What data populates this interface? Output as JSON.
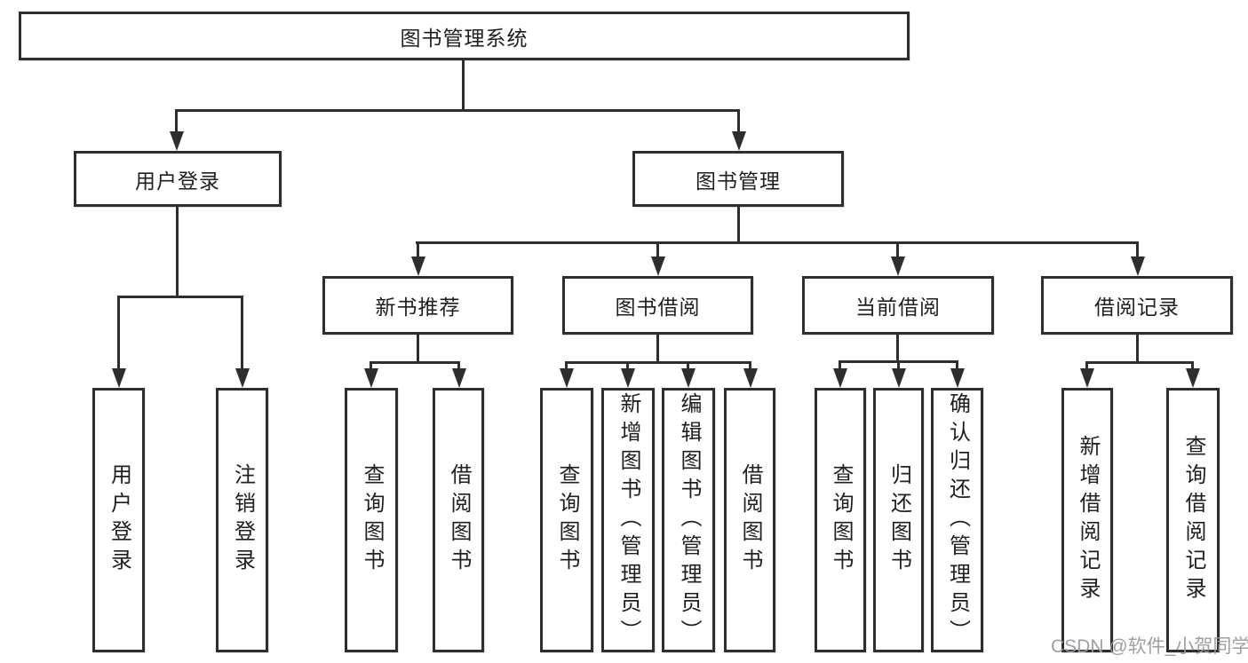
{
  "page": {
    "background_color": "#ffffff",
    "line_color": "#2e2e2e",
    "text_color": "#1f1f1f"
  },
  "watermark": {
    "text": "CSDN @软件_小贺同学",
    "color": "#9a9aa0"
  },
  "diagram": {
    "type": "hierarchy-tree",
    "root": {
      "label": "图书管理系统"
    },
    "level2": [
      {
        "label": "用户登录"
      },
      {
        "label": "图书管理"
      }
    ],
    "level3": [
      {
        "label": "新书推荐",
        "parent": "图书管理"
      },
      {
        "label": "图书借阅",
        "parent": "图书管理"
      },
      {
        "label": "当前借阅",
        "parent": "图书管理"
      },
      {
        "label": "借阅记录",
        "parent": "图书管理"
      }
    ],
    "leaves": [
      {
        "label": "用户登录",
        "parent": "用户登录"
      },
      {
        "label": "注销登录",
        "parent": "用户登录"
      },
      {
        "label": "查询图书",
        "parent": "新书推荐"
      },
      {
        "label": "借阅图书",
        "parent": "新书推荐"
      },
      {
        "label": "查询图书",
        "parent": "图书借阅"
      },
      {
        "label": "新增图书（管理员）",
        "parent": "图书借阅"
      },
      {
        "label": "编辑图书（管理员）",
        "parent": "图书借阅"
      },
      {
        "label": "借阅图书",
        "parent": "图书借阅"
      },
      {
        "label": "查询图书",
        "parent": "当前借阅"
      },
      {
        "label": "归还图书",
        "parent": "当前借阅"
      },
      {
        "label": "确认归还（管理员）",
        "parent": "当前借阅"
      },
      {
        "label": "新增借阅记录",
        "parent": "借阅记录"
      },
      {
        "label": "查询借阅记录",
        "parent": "借阅记录"
      }
    ]
  }
}
